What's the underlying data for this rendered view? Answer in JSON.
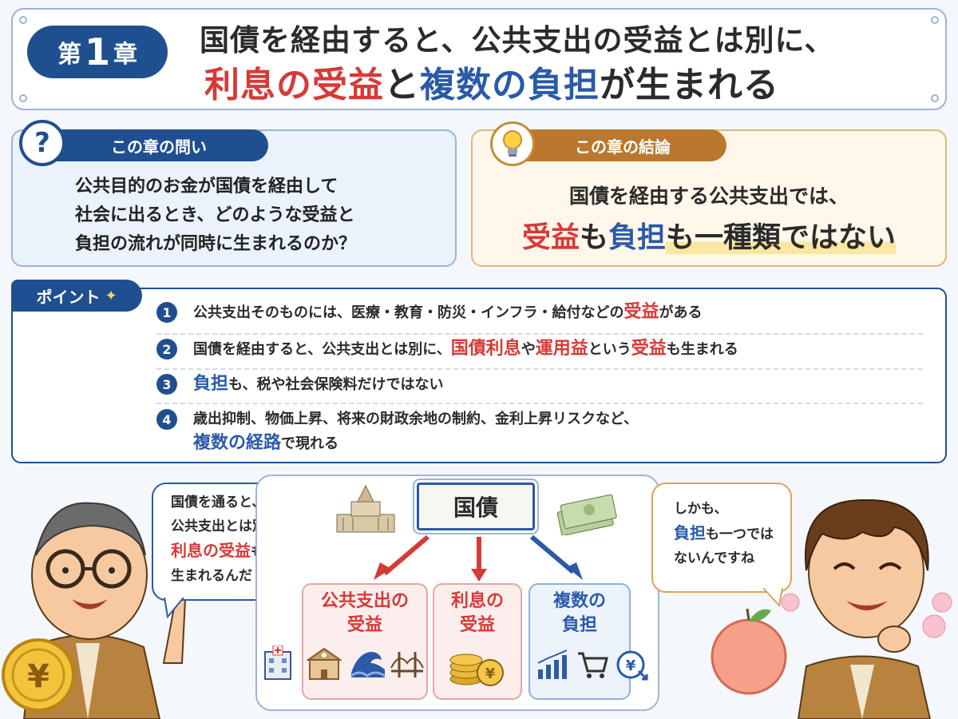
{
  "header": {
    "chapter_prefix": "第",
    "chapter_number": "1",
    "chapter_suffix": "章",
    "title_line1": "国債を経由すると、公共支出の受益とは別に、",
    "title_line2_part1": "利息の受益",
    "title_line2_part2": "と",
    "title_line2_part3": "複数の負担",
    "title_line2_part4": "が生まれる"
  },
  "question": {
    "icon": "question-mark-icon",
    "label": "この章の問い",
    "lines": [
      "公共目的のお金が国債を経由して",
      "社会に出るとき、どのような受益と",
      "負担の流れが同時に生まれるのか？"
    ]
  },
  "conclusion": {
    "icon": "lightbulb-icon",
    "label": "この章の結論",
    "line1": "国債を経由する公共支出では、",
    "line2_part1": "受益",
    "line2_part2": "も",
    "line2_part3": "負担",
    "line2_part4": "も一種類ではない"
  },
  "points": {
    "label": "ポイント",
    "sparkle_icon": "sparkle-icon",
    "items": [
      {
        "num": "1",
        "a": "公共支出そのものには、医療・教育・防災・インフラ・給付などの",
        "b": "受益",
        "c": "がある"
      },
      {
        "num": "2",
        "a": "国債を経由すると、公共支出とは別に、",
        "b": "国債利息",
        "c": "や",
        "d": "運用益",
        "e": "という",
        "f": "受益",
        "g": "も生まれる"
      },
      {
        "num": "3",
        "a": "負担",
        "b": "も、税や社会保険料だけではない"
      },
      {
        "num": "4",
        "a": "歳出抑制、物価上昇、将来の財政余地の制約、金利上昇リスクなど、",
        "b": "複数の経路",
        "c": "で現れる"
      }
    ]
  },
  "diagram": {
    "center_label": "国債",
    "left_icon": "parliament-building-icon",
    "right_icon": "banknotes-icon",
    "boxes": [
      {
        "line1": "公共支出の",
        "line2": "受益",
        "icons": [
          "hospital-icon",
          "school-icon",
          "wave-icon",
          "bridge-icon"
        ]
      },
      {
        "line1": "利息の",
        "line2": "受益",
        "icons": [
          "coins-yen-icon"
        ]
      },
      {
        "line1": "複数の",
        "line2": "負担",
        "icons": [
          "chart-up-icon",
          "cart-icon",
          "yen-up-icon"
        ]
      }
    ]
  },
  "left_bubble": {
    "line1": "国債を通ると、",
    "line2": "公共支出とは別に",
    "line3_red": "利息の受益",
    "line3_tail": "も",
    "line4": "生まれるんだ"
  },
  "right_bubble": {
    "line1": "しかも、",
    "line2_blue": "負担",
    "line2_tail": "も一つでは",
    "line3": "ないんですね"
  },
  "colors": {
    "navy": "#1f4f8f",
    "red": "#d63a37",
    "blue": "#2a5aa8",
    "orange": "#b9782e"
  }
}
